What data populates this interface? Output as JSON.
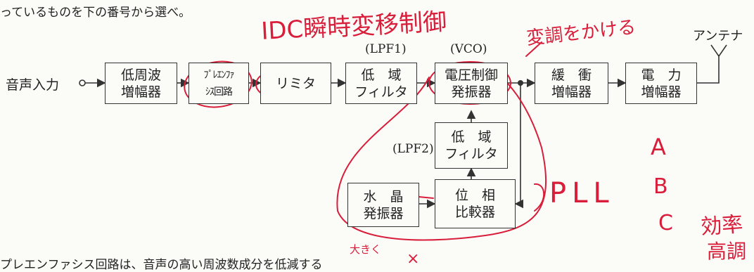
{
  "question_top": "っているものを下の番号から選べ。",
  "question_bottom": "プレエンファシス回路は、音声の高い周波数成分を低減する",
  "input_label": "音声入力",
  "antenna_label": "アンテナ",
  "labels": {
    "lpf1": "(LPF1)",
    "vco": "(VCO)",
    "lpf2": "(LPF2)"
  },
  "blocks": {
    "lf_amp": [
      "低周波",
      "増幅器"
    ],
    "preemph": [
      "ﾌﾟﾚｴﾝﾌｧ",
      "ｼｽ回路"
    ],
    "limiter": [
      "リミタ"
    ],
    "lpf1": [
      "低　域",
      "フィルタ"
    ],
    "vco": [
      "電圧制御",
      "発振器"
    ],
    "buffer": [
      "緩　衝",
      "増幅器"
    ],
    "power": [
      "電　力",
      "増幅器"
    ],
    "lpf2": [
      "低　域",
      "フィルタ"
    ],
    "crystal": [
      "水　晶",
      "発振器"
    ],
    "phase": [
      "位　相",
      "比較器"
    ]
  },
  "annotations": {
    "idc": "IDC瞬時変移制御",
    "modulation": "変調をかける",
    "pll": "PLL",
    "a": "A",
    "b": "B",
    "c": "C",
    "efficiency": [
      "効率",
      "高調"
    ],
    "ookiku": "大きく",
    "cross": "×"
  }
}
